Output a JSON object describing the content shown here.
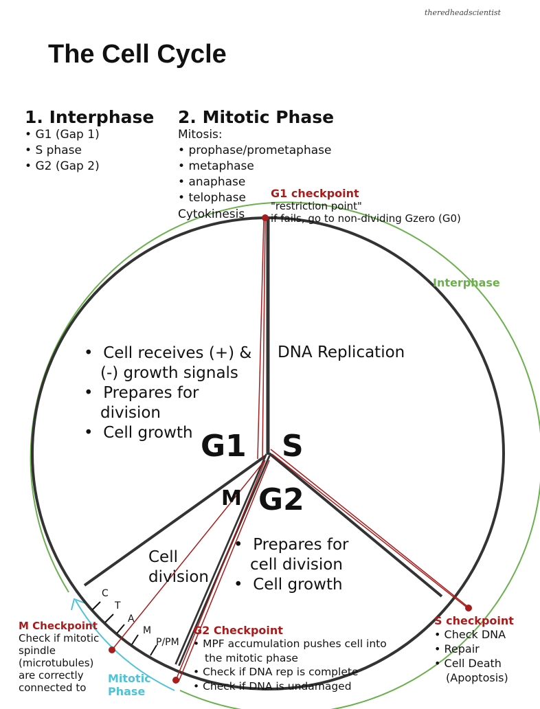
{
  "signature": "theredheadscientist",
  "title": "The Cell Cycle",
  "interphase_heading": "1. Interphase",
  "interphase_items": [
    "G1 (Gap 1)",
    "S phase",
    "G2 (Gap 2)"
  ],
  "mitotic_heading": "2. Mitotic Phase",
  "mitosis_label": "Mitosis:",
  "mitosis_items": [
    "prophase/prometaphase",
    "metaphase",
    "anaphase",
    "telophase"
  ],
  "cytokinesis_label": "Cytokinesis",
  "g1_checkpoint": {
    "title": "G1 checkpoint",
    "line1": "\"restriction point\"",
    "line2": "if fails, go to non-dividing Gzero (G0)"
  },
  "interphase_arc_label": "Interphase",
  "g1": {
    "label": "G1",
    "items": [
      "Cell receives (+) & (-) growth signals",
      "Prepares for division",
      "Cell growth"
    ]
  },
  "s": {
    "label": "S",
    "text": "DNA Replication"
  },
  "g2": {
    "label": "G2",
    "items": [
      "Prepares for cell division",
      "Cell growth"
    ]
  },
  "m": {
    "label": "M",
    "text_line1": "Cell",
    "text_line2": "division"
  },
  "mitosis_ticks": [
    "C",
    "T",
    "A",
    "M",
    "P/PM"
  ],
  "m_checkpoint": {
    "title": "M Checkpoint",
    "lines": [
      "Check if mitotic",
      "spindle",
      "(microtubules)",
      "are correctly",
      "connected to"
    ]
  },
  "mitotic_arc_label_line1": "Mitotic",
  "mitotic_arc_label_line2": "Phase",
  "g2_checkpoint": {
    "title": "G2 Checkpoint",
    "items": [
      "MPF accumulation pushes cell into the mitotic phase",
      "Check if DNA rep is complete",
      "Check if DNA is undamaged"
    ]
  },
  "s_checkpoint": {
    "title": "S checkpoint",
    "items": [
      "Check DNA",
      "Repair",
      "Cell Death (Apoptosis)"
    ]
  },
  "colors": {
    "outline": "#333333",
    "checkpoint_red": "#a81c1c",
    "interphase_green": "#6ab04c",
    "mitotic_cyan": "#4fc3d6"
  }
}
